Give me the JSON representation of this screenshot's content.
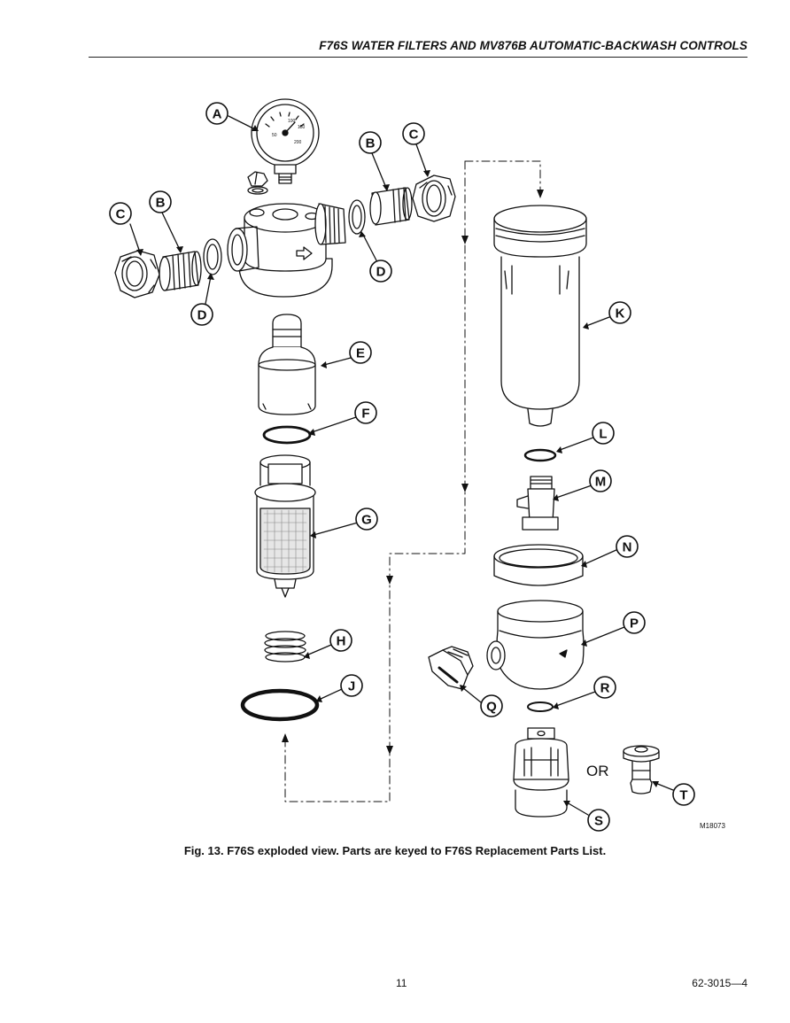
{
  "header": {
    "title": "F76S WATER FILTERS AND MV876B AUTOMATIC-BACKWASH CONTROLS"
  },
  "callouts": {
    "A": "A",
    "B": "B",
    "C": "C",
    "D": "D",
    "E": "E",
    "F": "F",
    "G": "G",
    "H": "H",
    "J": "J",
    "K": "K",
    "L": "L",
    "M": "M",
    "N": "N",
    "P": "P",
    "Q": "Q",
    "R": "R",
    "S": "S",
    "T": "T"
  },
  "or_label": "OR",
  "figure_id": "M18073",
  "gauge": {
    "tick_100": "100",
    "tick_150": "150",
    "tick_50": "50",
    "tick_200": "200"
  },
  "caption": "Fig. 13. F76S exploded view. Parts are keyed to F76S Replacement Parts List.",
  "footer": {
    "page_number": "11",
    "doc_number": "62-3015—4"
  }
}
